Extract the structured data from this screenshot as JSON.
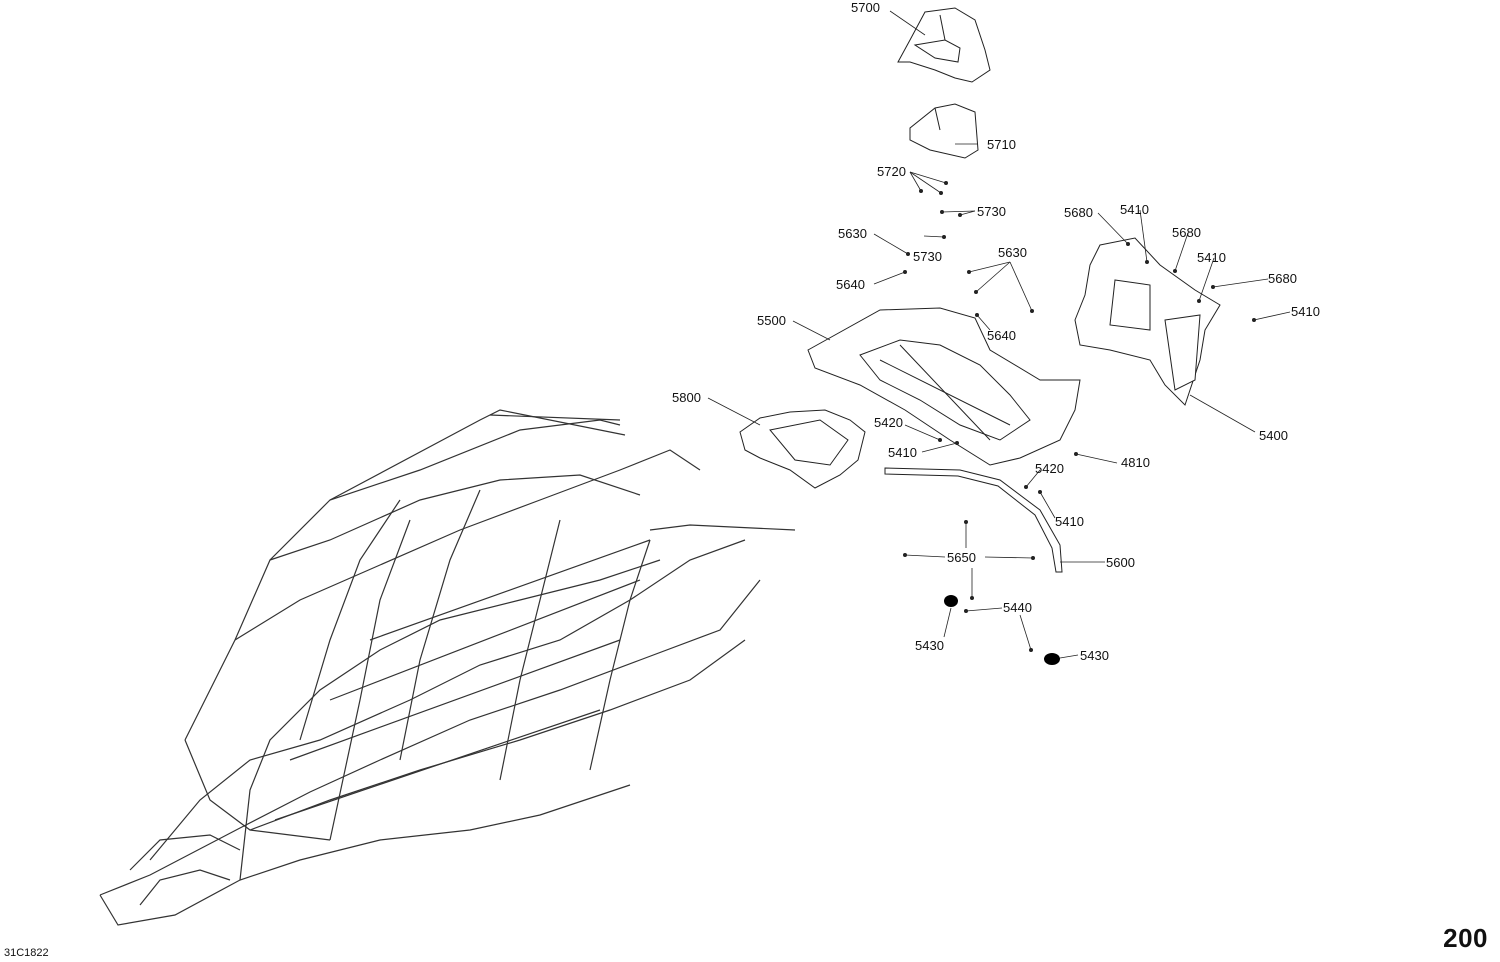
{
  "page_number": "200",
  "doc_code": "31C1822",
  "callouts": {
    "c5700": "5700",
    "c5710": "5710",
    "c5720": "5720",
    "c5730a": "5730",
    "c5730b": "5730",
    "c5630a": "5630",
    "c5630b": "5630",
    "c5640a": "5640",
    "c5640b": "5640",
    "c5500": "5500",
    "c5680a": "5680",
    "c5680b": "5680",
    "c5680c": "5680",
    "c5410a": "5410",
    "c5410b": "5410",
    "c5410c": "5410",
    "c5410d": "5410",
    "c5410e": "5410",
    "c5400": "5400",
    "c5800": "5800",
    "c5420a": "5420",
    "c5420b": "5420",
    "c4810": "4810",
    "c5650": "5650",
    "c5600": "5600",
    "c5440": "5440",
    "c5430a": "5430",
    "c5430b": "5430"
  }
}
